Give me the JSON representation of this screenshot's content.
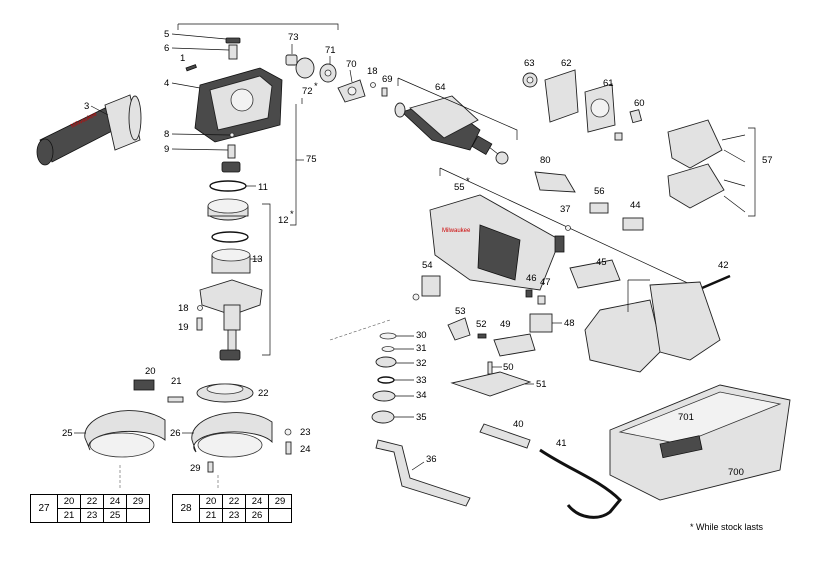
{
  "labels": {
    "p1": "1",
    "p3": "3",
    "p4": "4",
    "p5": "5",
    "p6": "6",
    "p8": "8",
    "p9": "9",
    "p11": "11",
    "p12": "12",
    "p12s": "*",
    "p13": "13",
    "p18a": "18",
    "p19": "19",
    "p20": "20",
    "p21": "21",
    "p22": "22",
    "p23": "23",
    "p24": "24",
    "p25": "25",
    "p26": "26",
    "p29": "29",
    "p30": "30",
    "p31": "31",
    "p32": "32",
    "p33": "33",
    "p34": "34",
    "p35": "35",
    "p36": "36",
    "p37": "37",
    "p40": "40",
    "p41": "41",
    "p42": "42",
    "p44": "44",
    "p45": "45",
    "p46": "46",
    "p47": "47",
    "p48": "48",
    "p49": "49",
    "p50": "50",
    "p51": "51",
    "p52": "52",
    "p53": "53",
    "p54": "54",
    "p55": "55",
    "p55s": "*",
    "p56": "56",
    "p57": "57",
    "p60": "60",
    "p61": "61",
    "p62": "62",
    "p63": "63",
    "p64": "64",
    "p69": "69",
    "p70": "70",
    "p71": "71",
    "p72": "72",
    "p72s": "*",
    "p73": "73",
    "p75": "75",
    "p18b": "18",
    "p80": "80",
    "p700": "700",
    "p701": "701"
  },
  "kit_table_1": {
    "main": "27",
    "row1": [
      "20",
      "22",
      "24",
      "29"
    ],
    "row2": [
      "21",
      "23",
      "25",
      ""
    ]
  },
  "kit_table_2": {
    "main": "28",
    "row1": [
      "20",
      "22",
      "24",
      "29"
    ],
    "row2": [
      "21",
      "23",
      "26",
      ""
    ]
  },
  "footnote": "* While stock lasts",
  "brand_text": "Milwaukee",
  "colors": {
    "line": "#111111",
    "part": "#e2e2e2",
    "dark": "#4a4a4a"
  }
}
